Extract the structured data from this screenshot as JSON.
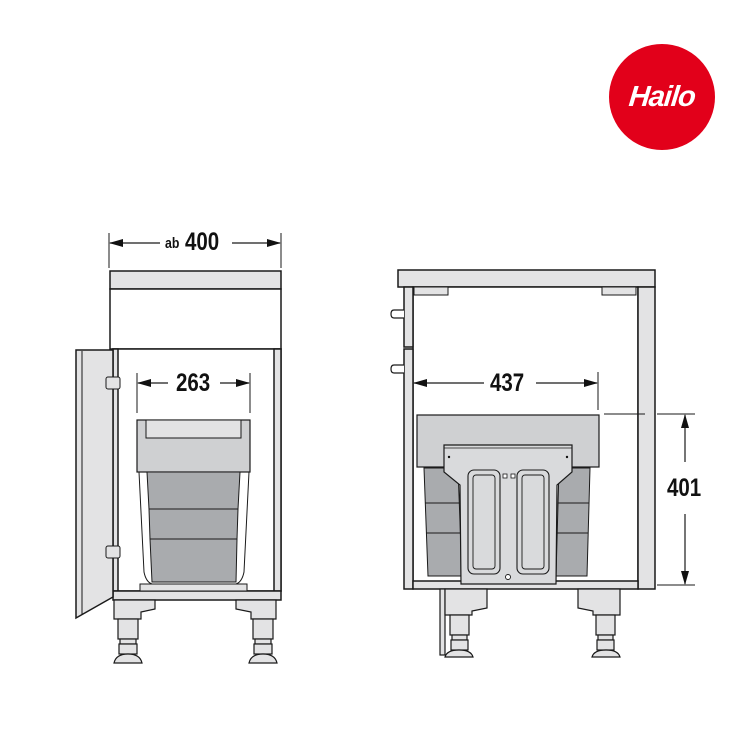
{
  "brand": {
    "logo_text": "Hailo",
    "logo_color": "#e2001a"
  },
  "colors": {
    "line": "#1a1a1a",
    "panel_light": "#e3e3e4",
    "bin_lid": "#cfd0d2",
    "bin_body": "#a9abae",
    "front_plate": "#d9dadc"
  },
  "front_view": {
    "cabinet_width_prefix": "ab",
    "cabinet_width_value": "400",
    "bin_width_value": "263"
  },
  "side_view": {
    "bin_depth_value": "437",
    "bin_height_value": "401"
  }
}
